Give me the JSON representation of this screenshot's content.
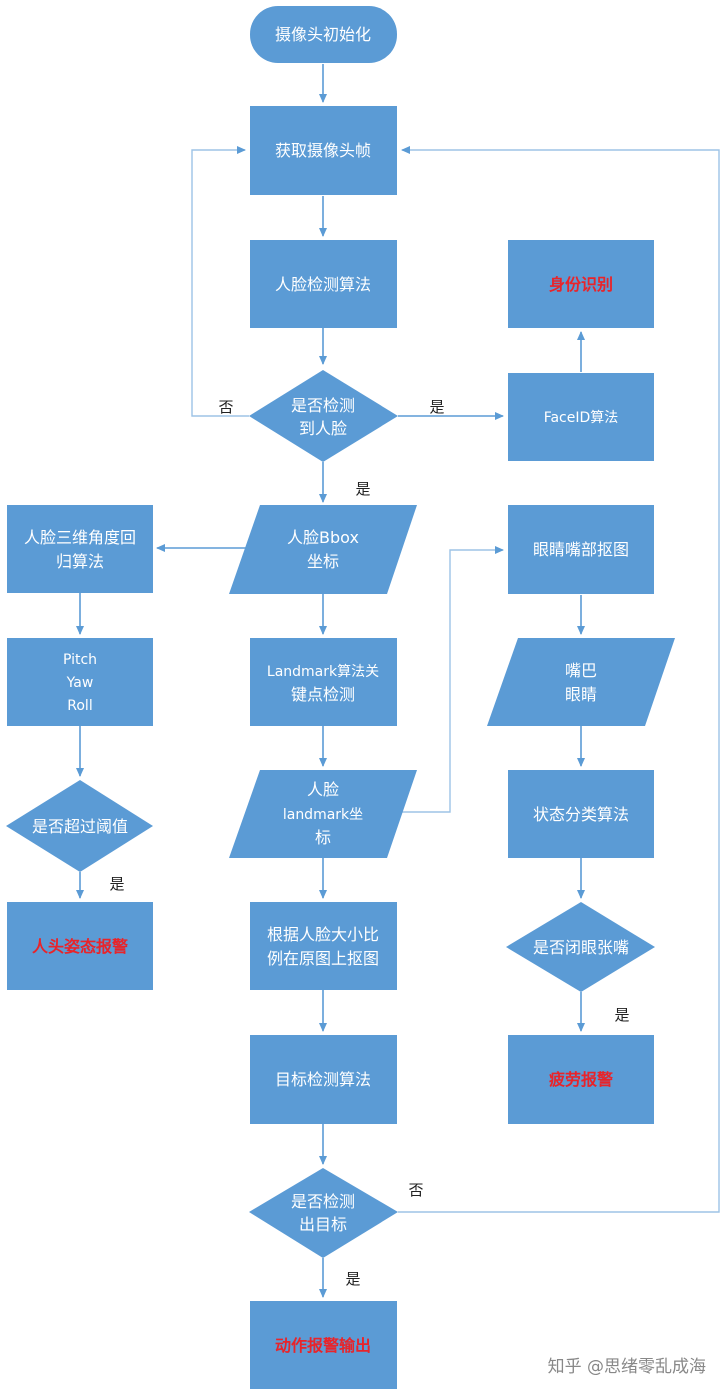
{
  "nodes": {
    "start": "摄像头初始化",
    "get_frame": "获取摄像头帧",
    "face_detect": "人脸检测算法",
    "is_face_1": "是否检测",
    "is_face_2": "到人脸",
    "faceid": "FaceID算法",
    "identity": "身份识别",
    "bbox_1": "人脸Bbox",
    "bbox_2": "坐标",
    "angle_1": "人脸三维角度回",
    "angle_2": "归算法",
    "pitch": "Pitch",
    "yaw": "Yaw",
    "roll": "Roll",
    "threshold": "是否超过阈值",
    "head_alarm": "人头姿态报警",
    "landmark_algo_1": "Landmark算法关",
    "landmark_algo_2": "键点检测",
    "landmark_coord_1": "人脸",
    "landmark_coord_2": "landmark坐",
    "landmark_coord_3": "标",
    "crop_1": "根据人脸大小比",
    "crop_2": "例在原图上抠图",
    "target_detect": "目标检测算法",
    "is_target_1": "是否检测",
    "is_target_2": "出目标",
    "action_alarm": "动作报警输出",
    "eye_mouth_crop": "眼睛嘴部抠图",
    "mouth": "嘴巴",
    "eyes": "眼睛",
    "state_algo": "状态分类算法",
    "closed_eye": "是否闭眼张嘴",
    "fatigue_alarm": "疲劳报警"
  },
  "edge_labels": {
    "no_face": "否",
    "yes_faceid": "是",
    "yes_face": "是",
    "yes_threshold": "是",
    "yes_closed": "是",
    "no_target": "否",
    "yes_target": "是"
  },
  "watermark": "知乎 @思绪零乱成海",
  "colors": {
    "box": "#5b9bd5",
    "alarm_text": "#e8242a",
    "line": "#5b9bd5"
  }
}
